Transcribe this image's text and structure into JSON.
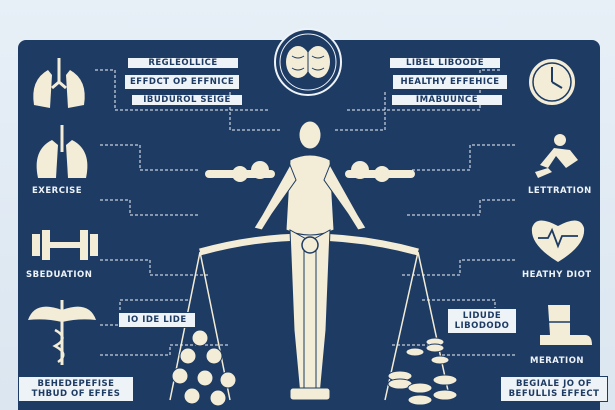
{
  "top_left_box": {
    "line1": "REGLEOLLICE",
    "line2": "EFFDCT OP EFFNICE",
    "line3": "IBUDUROL SEIGE"
  },
  "top_right_box": {
    "line1": "LIBEL LIBOODE",
    "line2": "HEALTHY EFFEHICE",
    "line3": "IMABUUNCE"
  },
  "left_labels": {
    "exercise": "EXERCISE",
    "sbeduation": "SBEDUATION"
  },
  "right_labels": {
    "lettration": "LETTRATION",
    "heathy_diot": "HEATHY DIOT",
    "meration": "MERATION"
  },
  "mid_left_box": "IO IDE LIDE",
  "mid_right_box": {
    "line1": "LIDUDE",
    "line2": "LIBODODO"
  },
  "bottom_left_box": {
    "line1": "BEHEDEPEFISE",
    "line2": "THBUD OF EFFES"
  },
  "bottom_right_box": {
    "line1": "BEGIALE JO OF",
    "line2": "BEFULLIS EFFECT"
  },
  "colors": {
    "navy": "#1d3b63",
    "cream": "#f3ecd6",
    "light": "#eef3f8"
  }
}
